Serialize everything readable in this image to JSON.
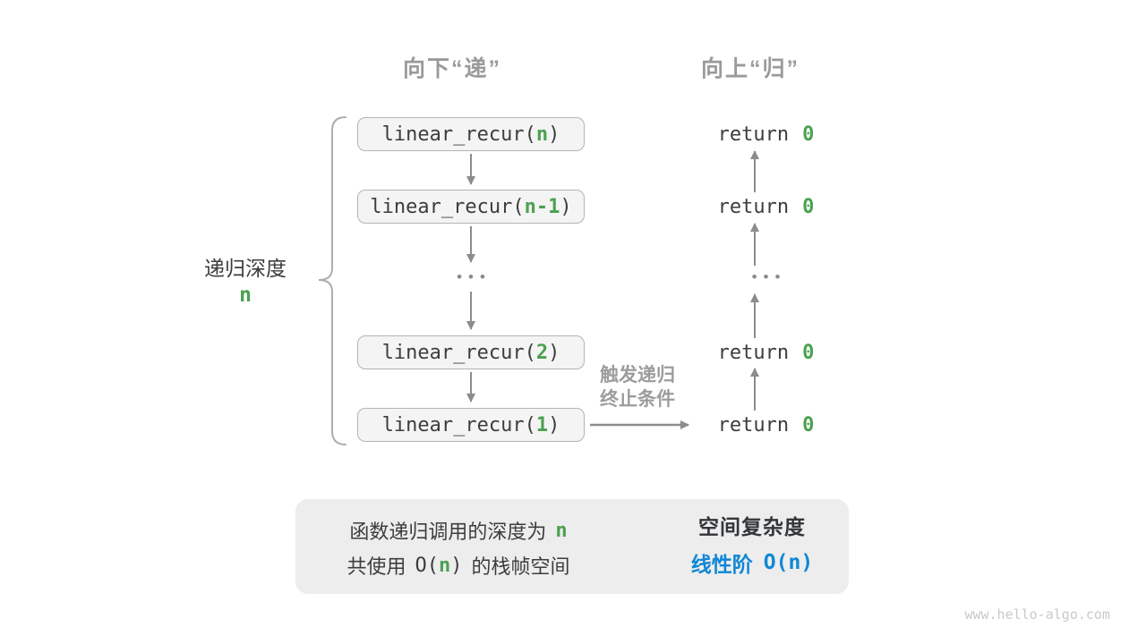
{
  "headers": {
    "descend": "向下“递”",
    "ascend": "向上“归”"
  },
  "depth_label": {
    "title": "递归深度",
    "value": "n"
  },
  "call_stack": {
    "ellipsis": "•••",
    "frames": [
      {
        "prefix": "linear_recur(",
        "arg": "n",
        "suffix": ")"
      },
      {
        "prefix": "linear_recur(",
        "arg": "n-1",
        "suffix": ")"
      },
      {
        "prefix": "linear_recur(",
        "arg": "2",
        "suffix": ")"
      },
      {
        "prefix": "linear_recur(",
        "arg": "1",
        "suffix": ")"
      }
    ]
  },
  "returns": {
    "ellipsis": "•••",
    "items": [
      {
        "keyword": "return",
        "value": "0"
      },
      {
        "keyword": "return",
        "value": "0"
      },
      {
        "keyword": "return",
        "value": "0"
      },
      {
        "keyword": "return",
        "value": "0"
      }
    ]
  },
  "trigger_label": {
    "line1": "触发递归",
    "line2": "终止条件"
  },
  "summary": {
    "left_line1": {
      "text": "函数递归调用的深度为",
      "value": "n"
    },
    "left_line2": {
      "pre": "共使用",
      "open": "O(",
      "value": "n",
      "close": ")",
      "post": "的栈帧空间"
    },
    "right_title": "空间复杂度",
    "right_result": {
      "label": "线性阶",
      "open": "O(",
      "value": "n",
      "close": ")"
    }
  },
  "watermark": "www.hello-algo.com",
  "colors": {
    "green": "#4CA150",
    "blue": "#0F87D5",
    "heading_gray": "#9A9A9A",
    "code_dark": "#3D3D3D",
    "arrow_gray": "#8C8C8C",
    "box_fill": "#F4F4F4",
    "box_border": "#B4B4B4",
    "panel_fill": "#EDEDED",
    "watermark_gray": "#C9C9C9"
  }
}
